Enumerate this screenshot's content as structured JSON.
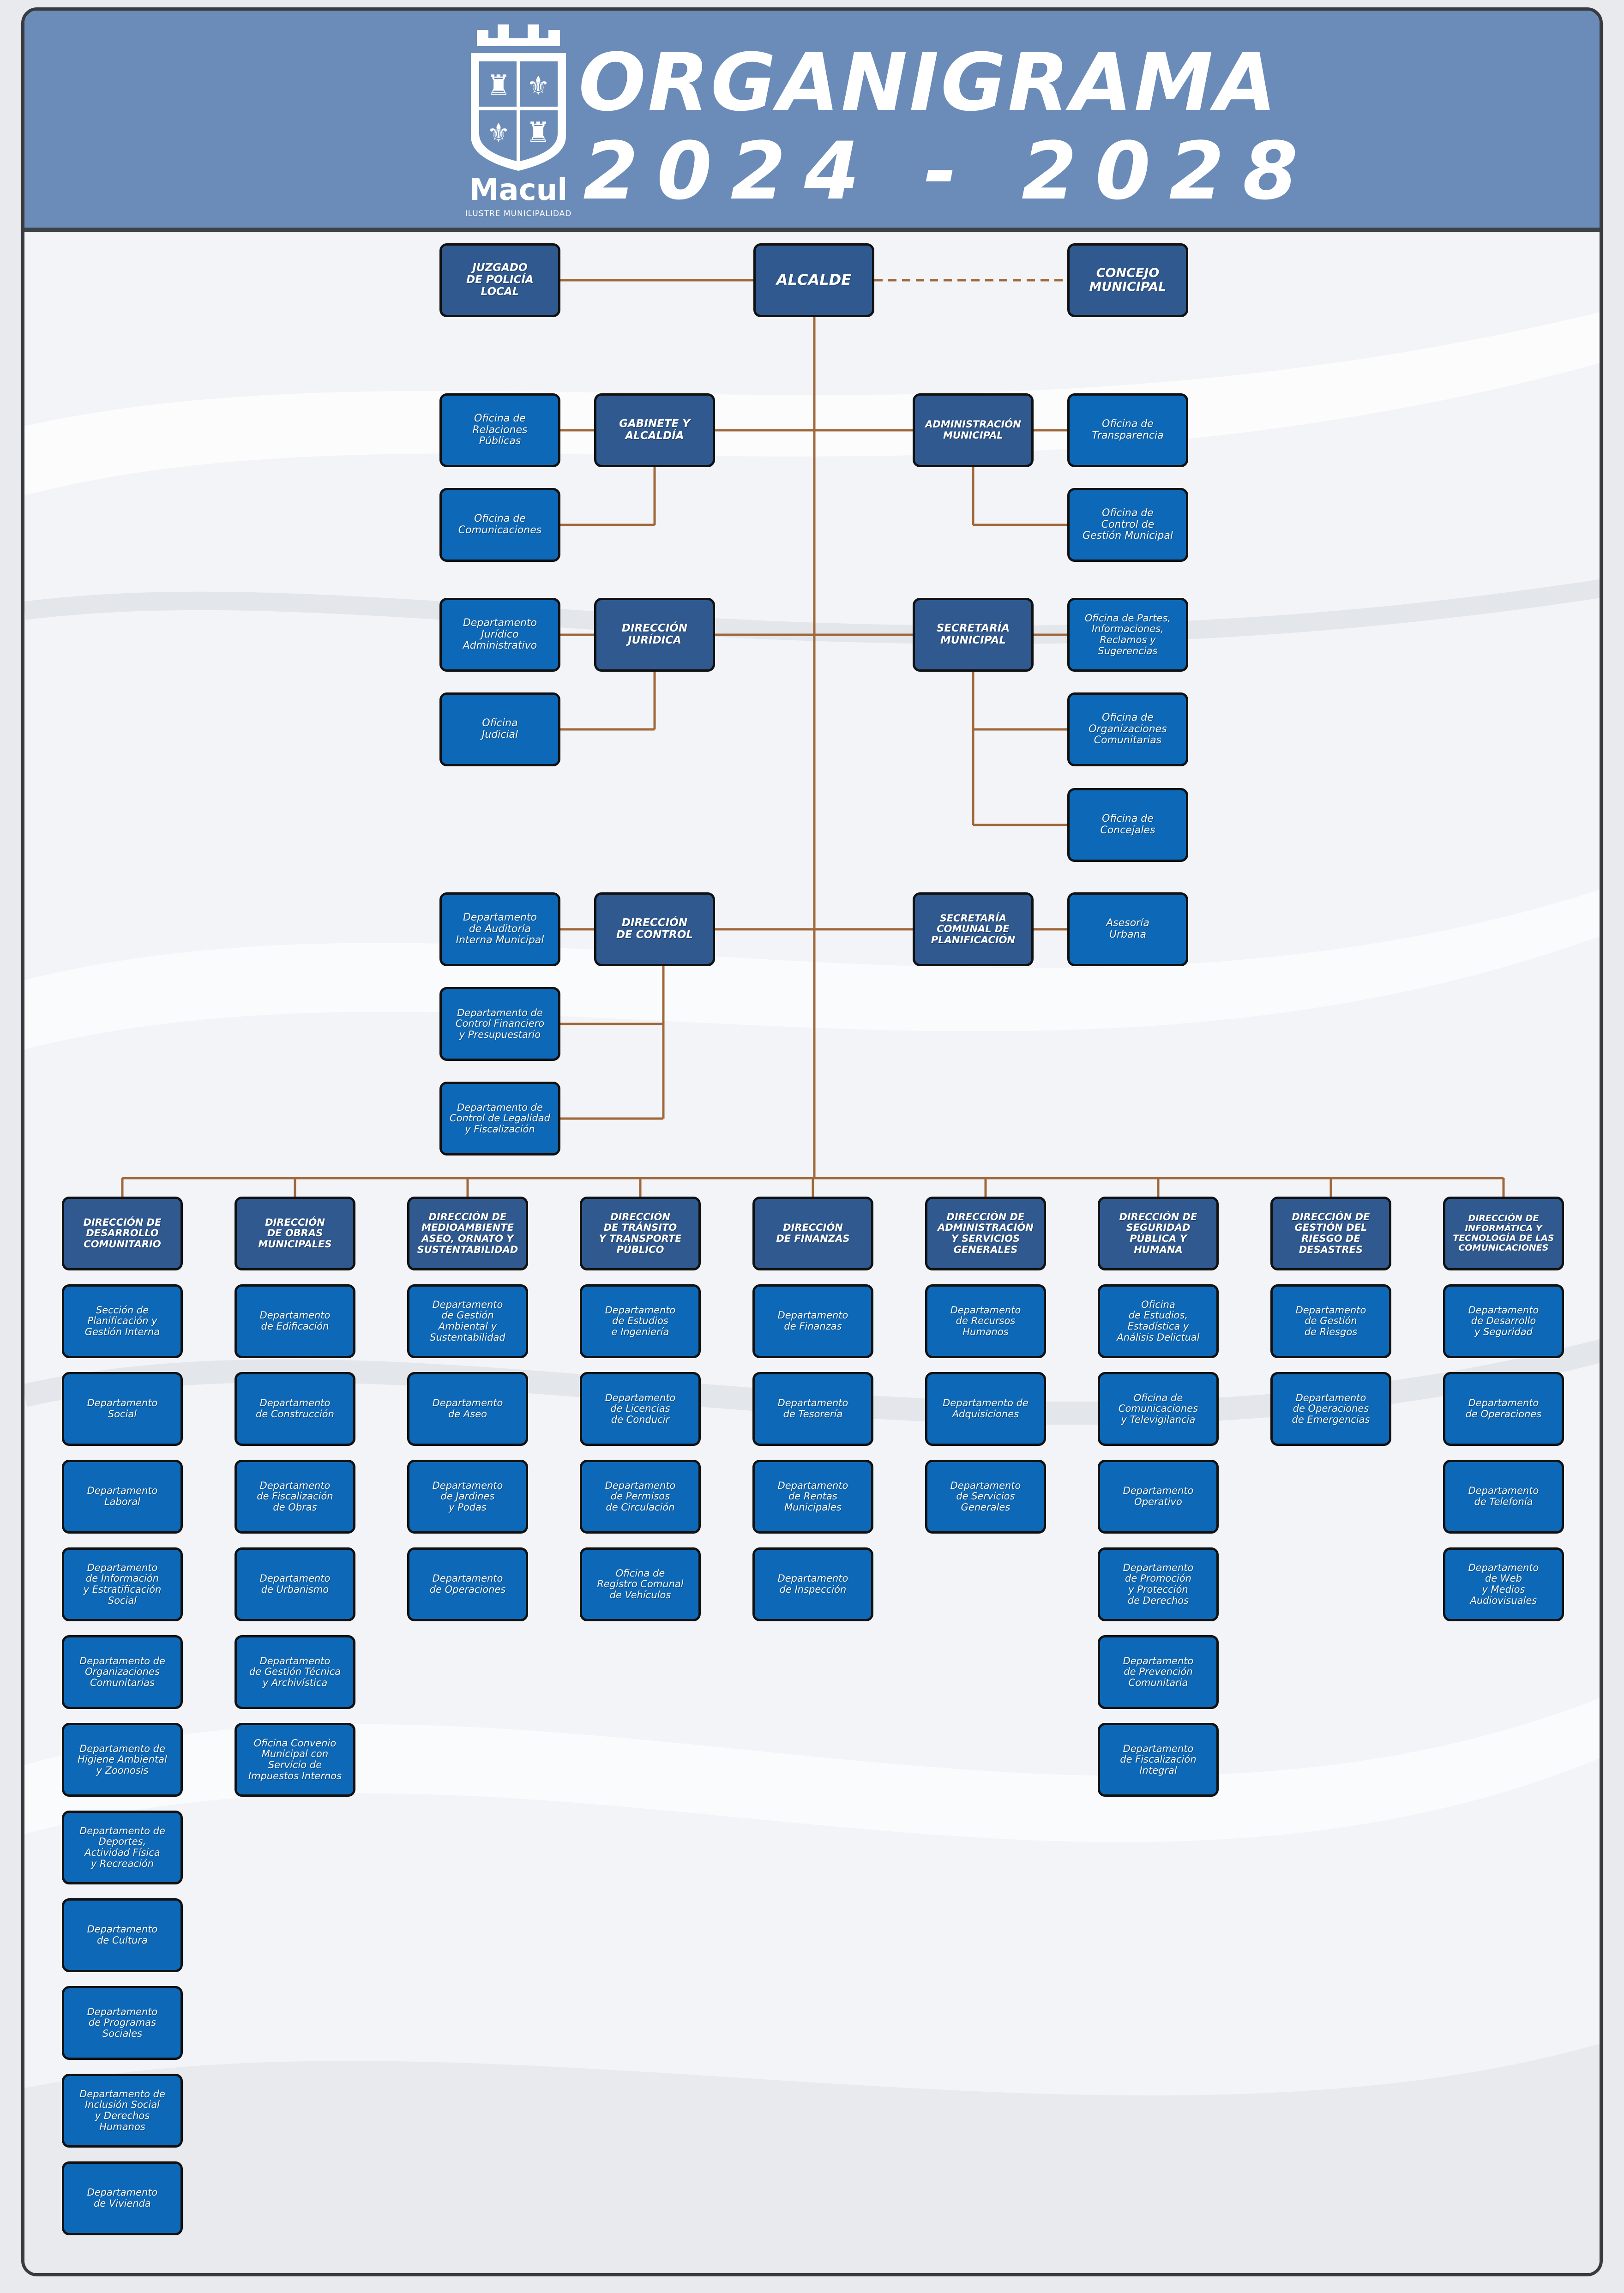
{
  "header": {
    "title": "ORGANIGRAMA",
    "years": "2024 - 2028",
    "logo_name": "Macul",
    "logo_sub": "ILUSTRE MUNICIPALIDAD"
  },
  "colors": {
    "header": "#6b8cb8",
    "director": "#30598f",
    "department": "#0d69b8",
    "line": "#a0683a"
  },
  "top": {
    "juzgado": "JUZGADO\nDE POLICÍA\nLOCAL",
    "alcalde": "ALCALDE",
    "concejo": "CONCEJO\nMUNICIPAL"
  },
  "upper": {
    "gabinete": "GABINETE Y\nALCALDÍA",
    "relaciones": "Oficina de\nRelaciones\nPúblicas",
    "comunicaciones": "Oficina de\nComunicaciones",
    "administracion": "ADMINISTRACIÓN\nMUNICIPAL",
    "transparencia": "Oficina de\nTransparencia",
    "control_gestion": "Oficina de\nControl de\nGestión Municipal",
    "juridica": "DIRECCIÓN\nJURÍDICA",
    "dep_juridico": "Departamento\nJurídico\nAdministrativo",
    "oficina_judicial": "Oficina\nJudicial",
    "secretaria": "SECRETARÍA\nMUNICIPAL",
    "partes": "Oficina de Partes,\nInformaciones,\nReclamos y\nSugerencias",
    "org_comunitarias": "Oficina de\nOrganizaciones\nComunitarias",
    "concejales": "Oficina de\nConcejales",
    "control": "DIRECCIÓN\nDE CONTROL",
    "auditoria": "Departamento\nde Auditoría\nInterna Municipal",
    "control_financiero": "Departamento de\nControl Financiero\ny Presupuestario",
    "legalidad": "Departamento de\nControl de Legalidad\ny Fiscalización",
    "secplan": "SECRETARÍA\nCOMUNAL DE\nPLANIFICACIÓN",
    "asesoria": "Asesoría\nUrbana"
  },
  "directorates": [
    {
      "name": "DIRECCIÓN DE\nDESARROLLO\nCOMUNITARIO",
      "units": [
        "Sección de\nPlanificación y\nGestión Interna",
        "Departamento\nSocial",
        "Departamento\nLaboral",
        "Departamento\nde Información\ny Estratificación\nSocial",
        "Departamento de\nOrganizaciones\nComunitarias",
        "Departamento de\nHigiene Ambiental\ny Zoonosis",
        "Departamento de\nDeportes,\nActividad Física\ny Recreación",
        "Departamento\nde Cultura",
        "Departamento\nde Programas\nSociales",
        "Departamento de\nInclusión Social\ny Derechos\nHumanos",
        "Departamento\nde Vivienda"
      ]
    },
    {
      "name": "DIRECCIÓN\nDE OBRAS\nMUNICIPALES",
      "units": [
        "Departamento\nde Edificación",
        "Departamento\nde Construcción",
        "Departamento\nde Fiscalización\nde Obras",
        "Departamento\nde Urbanismo",
        "Departamento\nde Gestión Técnica\ny Archivística",
        "Oficina Convenio\nMunicipal con\nServicio de\nImpuestos Internos"
      ]
    },
    {
      "name": "DIRECCIÓN DE\nMEDIOAMBIENTE\nASEO, ORNATO Y\nSUSTENTABILIDAD",
      "units": [
        "Departamento\nde Gestión\nAmbiental y\nSustentabilidad",
        "Departamento\nde Aseo",
        "Departamento\nde Jardines\ny Podas",
        "Departamento\nde Operaciones"
      ]
    },
    {
      "name": "DIRECCIÓN\nDE TRÁNSITO\nY TRANSPORTE\nPÚBLICO",
      "units": [
        "Departamento\nde Estudios\ne Ingeniería",
        "Departamento\nde Licencias\nde Conducir",
        "Departamento\nde Permisos\nde Circulación",
        "Oficina de\nRegistro Comunal\nde Vehículos"
      ]
    },
    {
      "name": "DIRECCIÓN\nDE FINANZAS",
      "units": [
        "Departamento\nde Finanzas",
        "Departamento\nde Tesorería",
        "Departamento\nde Rentas\nMunicipales",
        "Departamento\nde Inspección"
      ]
    },
    {
      "name": "DIRECCIÓN DE\nADMINISTRACIÓN\nY SERVICIOS\nGENERALES",
      "units": [
        "Departamento\nde Recursos\nHumanos",
        "Departamento de\nAdquisiciones",
        "Departamento\nde Servicios\nGenerales"
      ]
    },
    {
      "name": "DIRECCIÓN DE\nSEGURIDAD\nPÚBLICA Y\nHUMANA",
      "units": [
        "Oficina\nde Estudios,\nEstadística y\nAnálisis Delictual",
        "Oficina de\nComunicaciones\ny Televigilancia",
        "Departamento\nOperativo",
        "Departamento\nde Promoción\ny Protección\nde Derechos",
        "Departamento\nde Prevención\nComunitaria",
        "Departamento\nde Fiscalización\nIntegral"
      ]
    },
    {
      "name": "DIRECCIÓN DE\nGESTIÓN DEL\nRIESGO DE\nDESASTRES",
      "units": [
        "Departamento\nde Gestión\nde Riesgos",
        "Departamento\nde Operaciones\nde Emergencias"
      ]
    },
    {
      "name": "DIRECCIÓN DE\nINFORMÁTICA Y\nTECNOLOGÍA DE LAS\nCOMUNICACIONES",
      "units": [
        "Departamento\nde Desarrollo\ny Seguridad",
        "Departamento\nde Operaciones",
        "Departamento\nde Telefonía",
        "Departamento\nde Web\ny Medios\nAudiovisuales"
      ]
    }
  ]
}
